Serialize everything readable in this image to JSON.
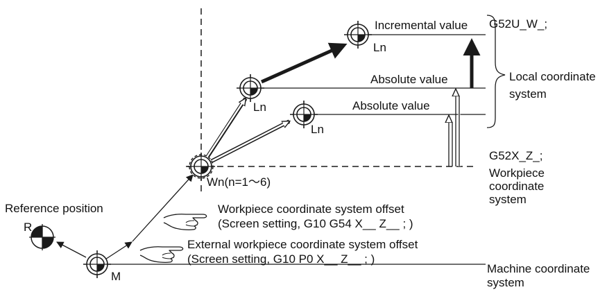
{
  "labels": {
    "g52u": "G52U_W_;",
    "incremental": "Incremental value",
    "ln1": "Ln",
    "ln2": "Ln",
    "ln3": "Ln",
    "absolute1": "Absolute value",
    "absolute2": "Absolute value",
    "local_line1": "Local coordinate",
    "local_line2": "system",
    "g52x": "G52X_Z_;",
    "work_line1": "Workpiece",
    "work_line2": "coordinate",
    "work_line3": "system",
    "wn": "Wn(n=1～6)",
    "reference": "Reference position",
    "r": "R",
    "m": "M",
    "wcs_offset_1": "Workpiece coordinate system offset",
    "wcs_offset_2": "(Screen setting, G10 G54 X__ Z__ ; )",
    "ext_offset_1": "External workpiece coordinate system offset",
    "ext_offset_2": "(Screen setting, G10 P0 X__ Z__ ; )",
    "machine_line1": "Machine coordinate",
    "machine_line2": "system"
  },
  "icons": [
    "target-symbol",
    "reference-position-symbol",
    "pointing-hand-icon",
    "arrow"
  ],
  "colors": {
    "ink": "#1a1a1a",
    "background": "#ffffff"
  }
}
